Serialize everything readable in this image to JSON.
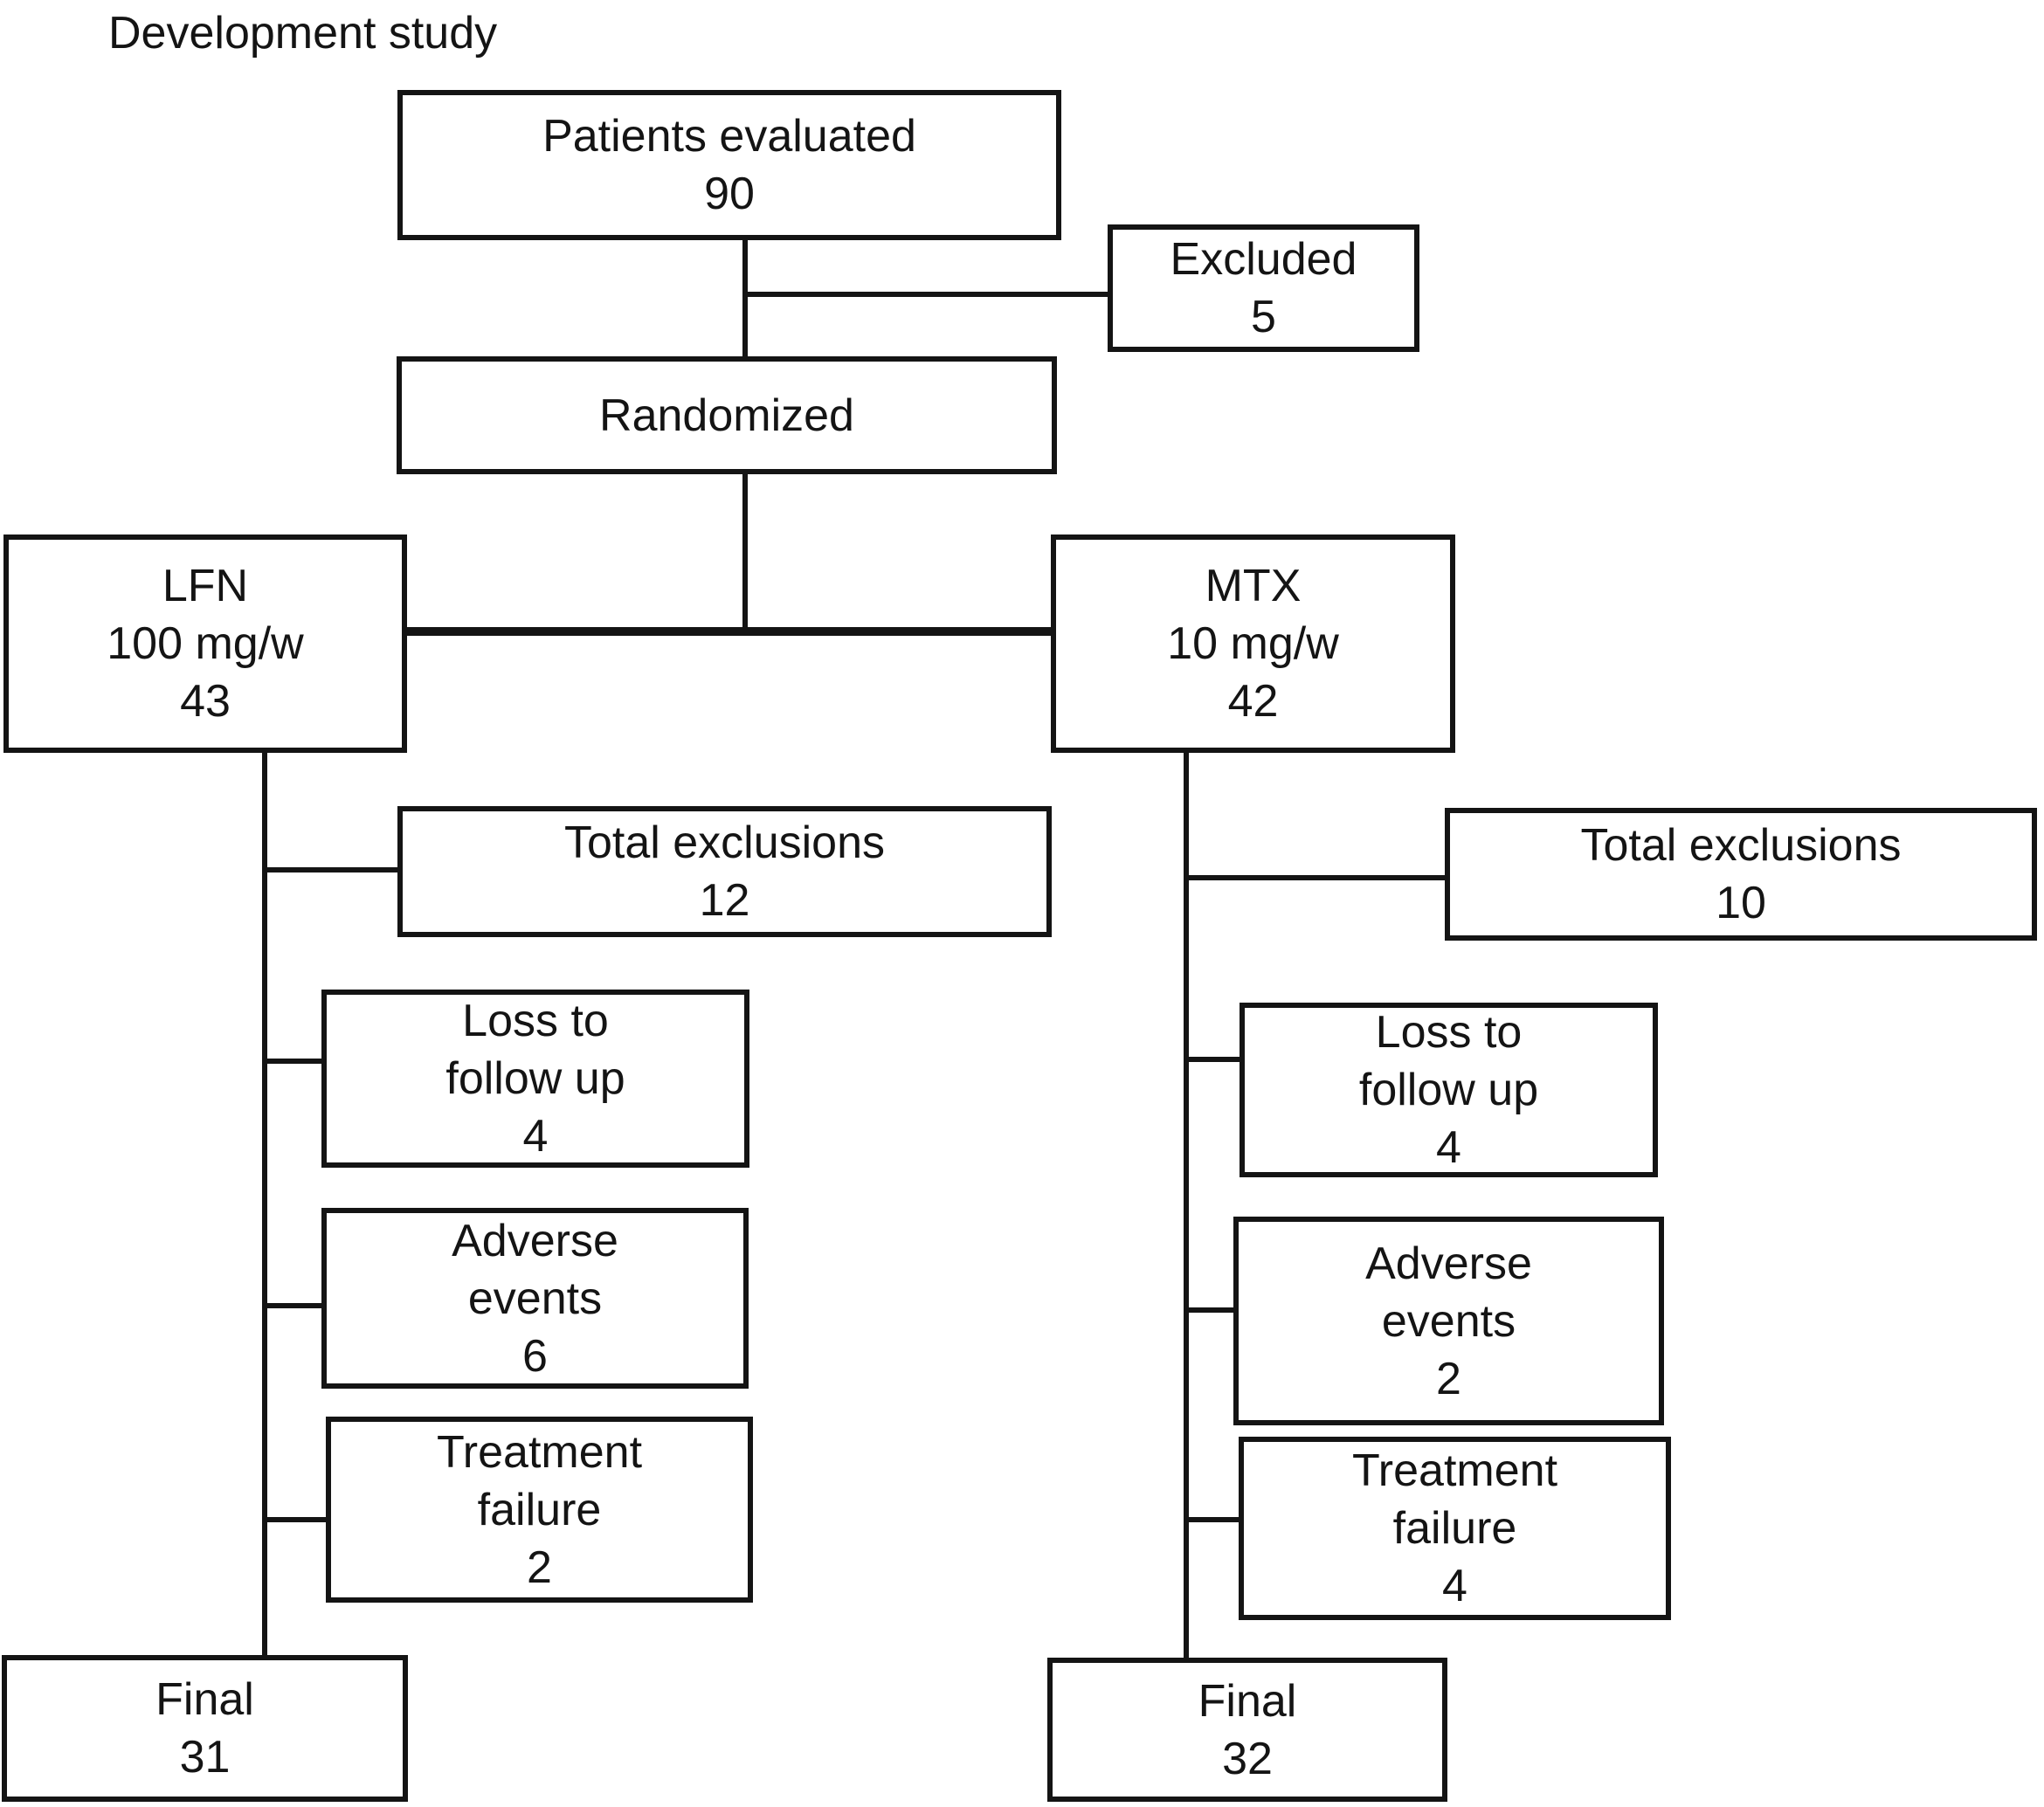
{
  "title": "Development study",
  "colors": {
    "line": "#141414",
    "background": "#ffffff"
  },
  "nodes": {
    "patients_evaluated": {
      "label": "Patients evaluated",
      "count": "90"
    },
    "excluded": {
      "label": "Excluded",
      "count": "5"
    },
    "randomized": {
      "label": "Randomized"
    },
    "lfn_arm": {
      "line1": "LFN",
      "line2": "100 mg/w",
      "count": "43"
    },
    "mtx_arm": {
      "line1": "MTX",
      "line2": "10 mg/w",
      "count": "42"
    },
    "total_exclusions_lfn": {
      "label": "Total exclusions",
      "count": "12"
    },
    "total_exclusions_mtx": {
      "label": "Total exclusions",
      "count": "10"
    },
    "loss_follow_up_lfn": {
      "line1": "Loss to",
      "line2": "follow up",
      "count": "4"
    },
    "loss_follow_up_mtx": {
      "line1": "Loss to",
      "line2": "follow up",
      "count": "4"
    },
    "adverse_events_lfn": {
      "line1": "Adverse",
      "line2": "events",
      "count": "6"
    },
    "adverse_events_mtx": {
      "line1": "Adverse",
      "line2": "events",
      "count": "2"
    },
    "treatment_failure_lfn": {
      "line1": "Treatment",
      "line2": "failure",
      "count": "2"
    },
    "treatment_failure_mtx": {
      "line1": "Treatment",
      "line2": "failure",
      "count": "4"
    },
    "final_lfn": {
      "label": "Final",
      "count": "31"
    },
    "final_mtx": {
      "label": "Final",
      "count": "32"
    }
  }
}
